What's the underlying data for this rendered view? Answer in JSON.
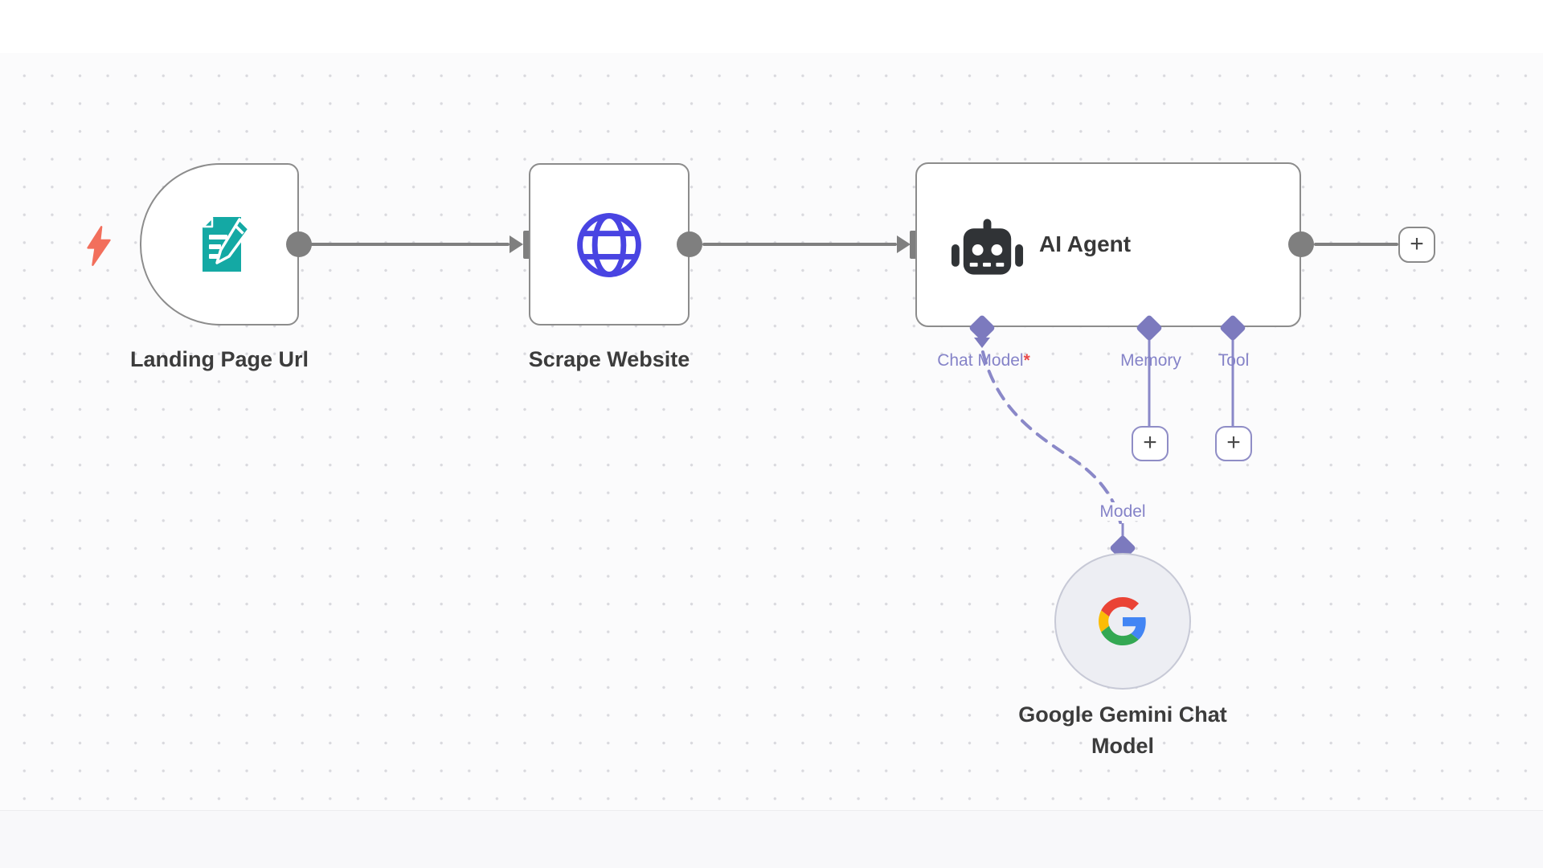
{
  "app": {
    "name": "workflow-editor-canvas"
  },
  "colors": {
    "canvas_bg": "#fbfbfc",
    "dot_grid": "#d9d9de",
    "node_border": "#8c8c8c",
    "edge_gray": "#7f7f7f",
    "connector_purple": "#7c7abe",
    "purple_line": "#8a88c8",
    "sub_label_purple": "#8583c8",
    "label_dark": "#3c3c3c",
    "required_red": "#e94b4b",
    "trigger_bolt_coral": "#f26f5c",
    "form_teal": "#14a9a4",
    "globe_blue": "#4944e2",
    "robot_dark": "#303336",
    "gemini_fill": "#edeef3",
    "gemini_border": "#c7c9d6",
    "google_blue": "#4285F4",
    "google_red": "#EA4335",
    "google_yellow": "#FBBC05",
    "google_green": "#34A853"
  },
  "nodes": [
    {
      "label": "Landing Page Url",
      "icon": "form-edit-icon",
      "shape": "trigger-rounded-left"
    },
    {
      "label": "Scrape Website",
      "icon": "globe-icon",
      "shape": "square"
    },
    {
      "label": "AI Agent",
      "icon": "robot-icon",
      "shape": "wide",
      "sub_inputs": [
        {
          "label": "Chat Model",
          "required_marker": "*",
          "connector": "diamond-with-arrow"
        },
        {
          "label": "Memory",
          "connector": "diamond"
        },
        {
          "label": "Tool",
          "connector": "diamond"
        }
      ]
    },
    {
      "label": "Google Gemini Chat Model",
      "icon": "google-g-icon",
      "shape": "circle",
      "input_label": "Model"
    }
  ],
  "buttons": {
    "plus": "+"
  }
}
